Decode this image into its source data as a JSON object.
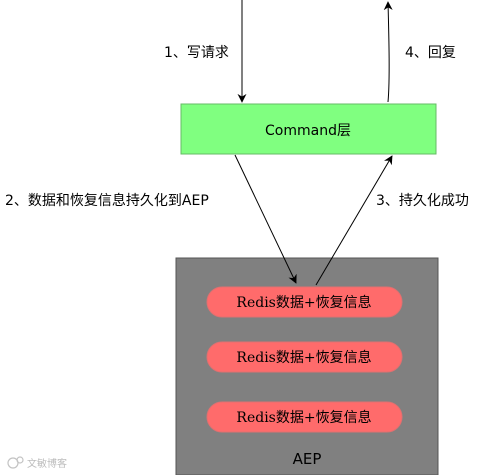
{
  "diagram": {
    "command_box": {
      "label": "Command层",
      "fill": "#80ff80",
      "stroke": "#66bb66"
    },
    "aep_box": {
      "label": "AEP",
      "fill": "#808080",
      "stroke": "#555555"
    },
    "records": [
      {
        "label": "Redis数据+恢复信息"
      },
      {
        "label": "Redis数据+恢复信息"
      },
      {
        "label": "Redis数据+恢复信息"
      }
    ],
    "record_fill": "#ff6b6b",
    "record_stroke": "#e07070",
    "steps": [
      {
        "label": "1、写请求"
      },
      {
        "label": "2、数据和恢复信息持久化到AEP"
      },
      {
        "label": "3、持久化成功"
      },
      {
        "label": "4、回复"
      }
    ],
    "watermark": {
      "text": "文敏博客",
      "icon": "watermark-logo-icon"
    }
  }
}
